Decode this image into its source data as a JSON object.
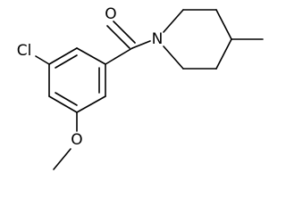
{
  "structure": {
    "atoms": {
      "carbonyl_oxygen": "O",
      "ring_nitrogen": "N",
      "chlorine": "Cl",
      "ether_oxygen": "O"
    },
    "colors": {
      "bond": "#000000",
      "label": "#000000",
      "background": "#ffffff"
    }
  }
}
